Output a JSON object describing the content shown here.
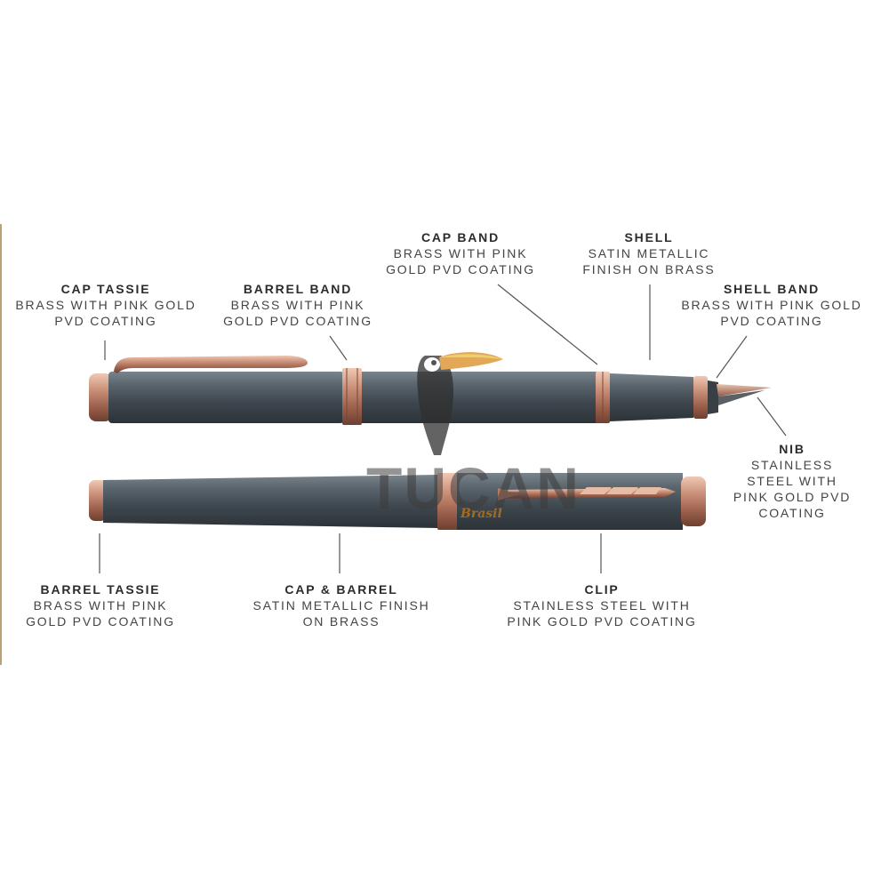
{
  "callouts": {
    "cap_tassie": {
      "title": "CAP TASSIE",
      "desc": "BRASS WITH PINK GOLD\nPVD COATING"
    },
    "barrel_band": {
      "title": "BARREL BAND",
      "desc": "BRASS WITH PINK\nGOLD PVD COATING"
    },
    "cap_band": {
      "title": "CAP BAND",
      "desc": "BRASS WITH PINK\nGOLD PVD COATING"
    },
    "shell": {
      "title": "SHELL",
      "desc": "SATIN METALLIC\nFINISH ON BRASS"
    },
    "shell_band": {
      "title": "SHELL BAND",
      "desc": "BRASS WITH PINK GOLD\nPVD COATING"
    },
    "nib": {
      "title": "NIB",
      "desc": "STAINLESS\nSTEEL WITH\nPINK GOLD PVD\nCOATING"
    },
    "barrel_tassie": {
      "title": "BARREL TASSIE",
      "desc": "BRASS WITH PINK\nGOLD PVD COATING"
    },
    "cap_barrel": {
      "title": "CAP & BARREL",
      "desc": "SATIN METALLIC FINISH\nON BRASS"
    },
    "clip": {
      "title": "CLIP",
      "desc": "STAINLESS STEEL WITH\nPINK GOLD PVD COATING"
    }
  },
  "watermark": {
    "name": "TUCAN",
    "sub": "Brasil"
  },
  "colors": {
    "body": "#4a545c",
    "rose_gold": "#c98f78",
    "rule": "#b8a470"
  }
}
